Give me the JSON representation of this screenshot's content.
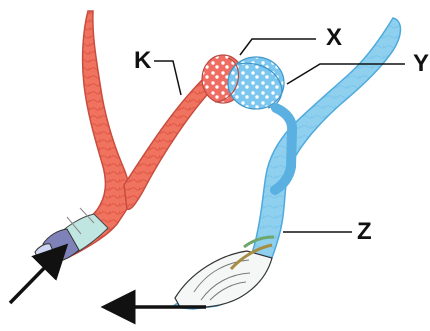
{
  "labels": {
    "k": "K",
    "x": "X",
    "y": "Y",
    "z": "Z"
  },
  "colors": {
    "artery": "#f0735f",
    "artery_dark": "#d94f3e",
    "vein": "#8fd0ef",
    "vein_dark": "#58aee0",
    "capillary_red": "#ef6d63",
    "capillary_blue": "#7cc7ef",
    "tissue_teal": "#7bb9b1",
    "line": "#111111"
  }
}
